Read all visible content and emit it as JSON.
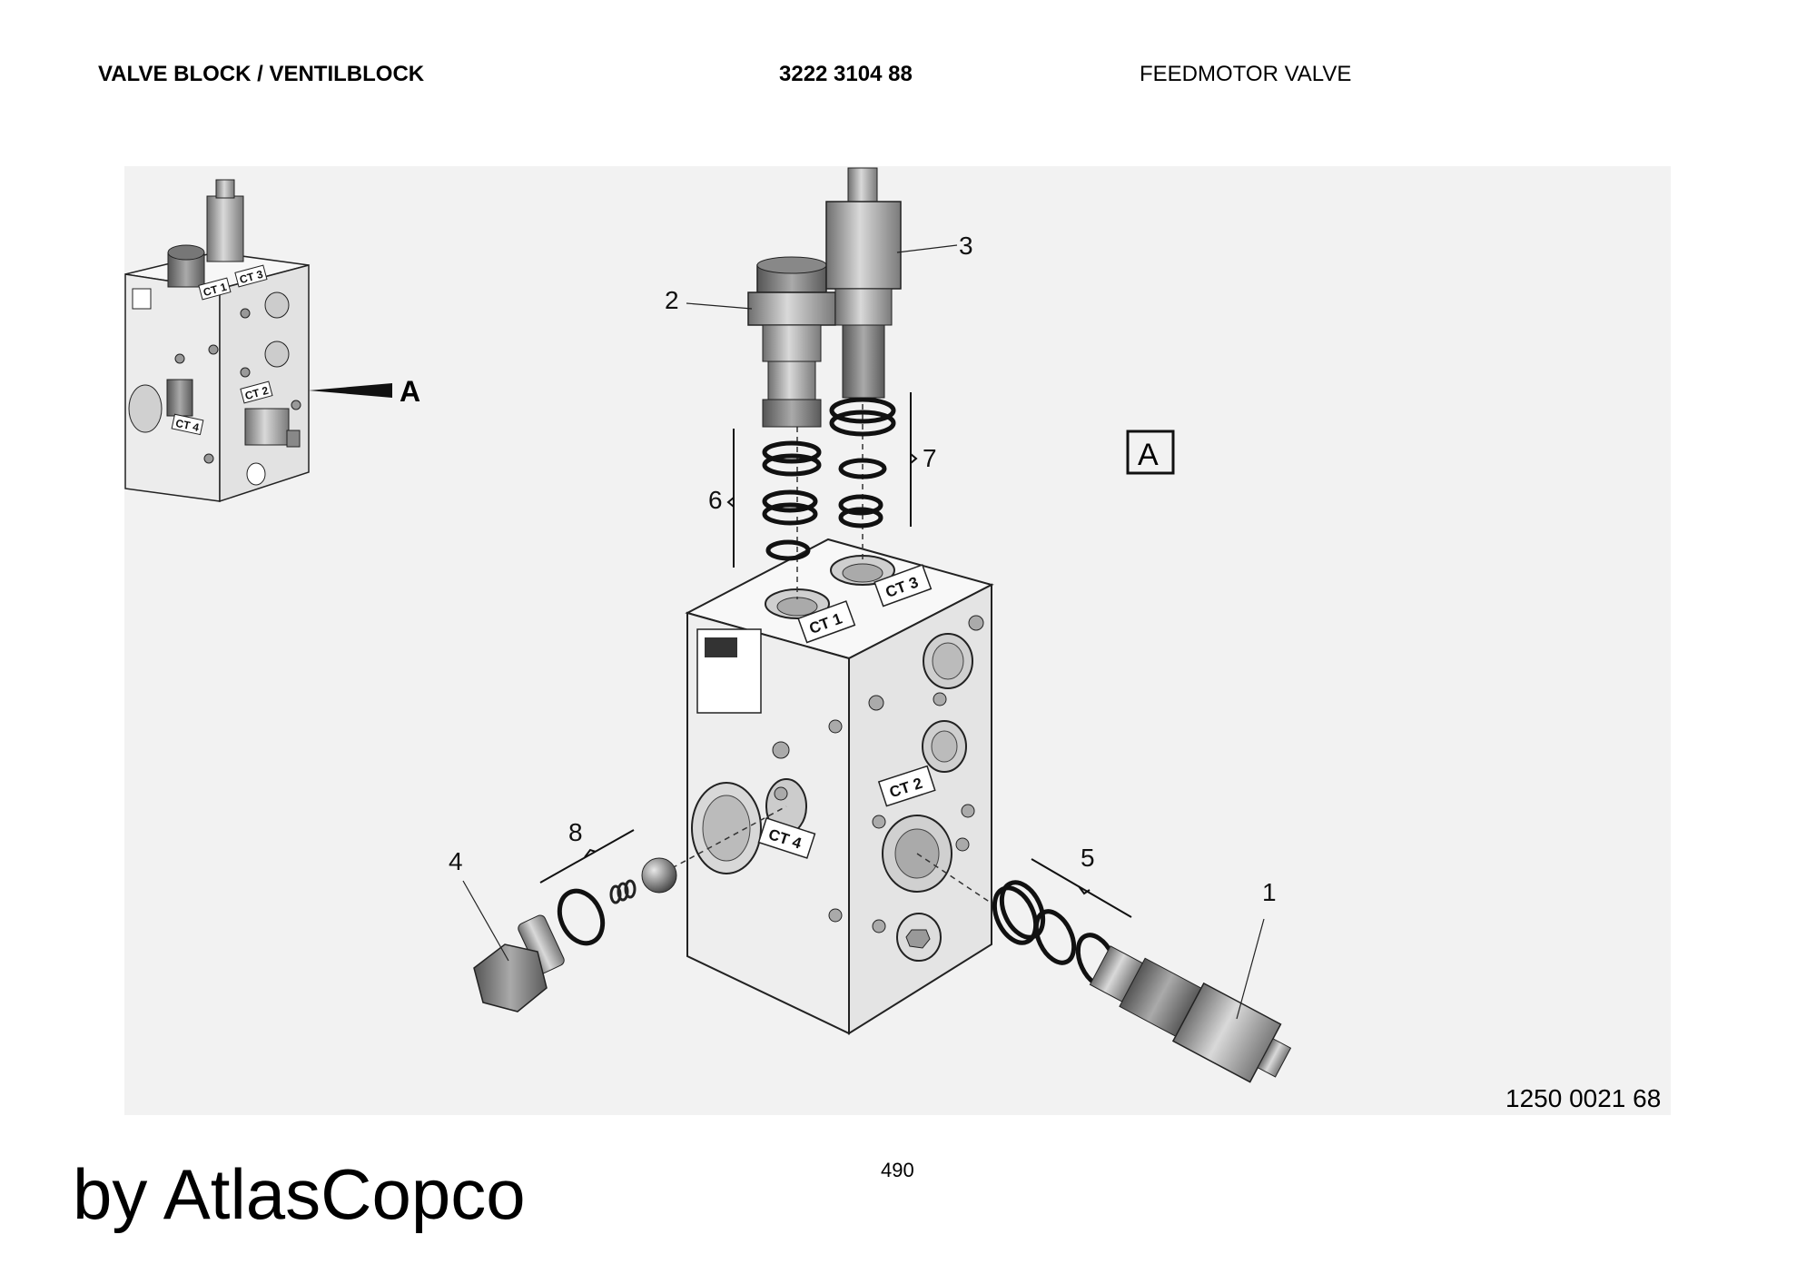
{
  "header": {
    "title": "VALVE BLOCK / VENTILBLOCK",
    "part_number": "3222 3104 88",
    "description": "FEEDMOTOR VALVE"
  },
  "diagram": {
    "callouts": [
      "1",
      "2",
      "3",
      "4",
      "5",
      "6",
      "7",
      "8"
    ],
    "port_labels": [
      "CT 1",
      "CT 3",
      "CT 2",
      "CT 4"
    ],
    "view_marker": "A",
    "inset_view_label": "A",
    "drawing_number": "1250 0021 68"
  },
  "footer": {
    "page_number": "490",
    "brand": "by AtlasCopco"
  }
}
